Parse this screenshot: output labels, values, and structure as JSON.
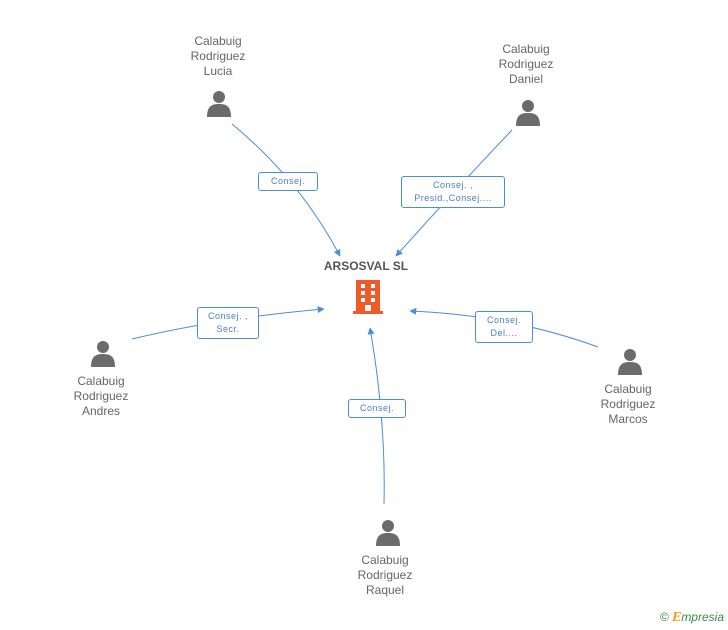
{
  "center": {
    "name": "ARSOSVAL SL",
    "icon": "building-icon",
    "color": "#f05a28"
  },
  "people": [
    {
      "id": "lucia",
      "lines": [
        "Calabuig",
        "Rodriguez",
        "Lucia"
      ]
    },
    {
      "id": "daniel",
      "lines": [
        "Calabuig",
        "Rodriguez",
        "Daniel"
      ]
    },
    {
      "id": "andres",
      "lines": [
        "Calabuig",
        "Rodriguez",
        "Andres"
      ]
    },
    {
      "id": "marcos",
      "lines": [
        "Calabuig",
        "Rodriguez",
        "Marcos"
      ]
    },
    {
      "id": "raquel",
      "lines": [
        "Calabuig",
        "Rodriguez",
        "Raquel"
      ]
    }
  ],
  "edges": [
    {
      "from": "lucia",
      "label": [
        "Consej."
      ]
    },
    {
      "from": "daniel",
      "label": [
        "Consej. ,",
        "Presid.,Consej...."
      ]
    },
    {
      "from": "andres",
      "label": [
        "Consej. ,",
        "Secr."
      ]
    },
    {
      "from": "marcos",
      "label": [
        "Consej.",
        "Del...."
      ]
    },
    {
      "from": "raquel",
      "label": [
        "Consej."
      ]
    }
  ],
  "colors": {
    "person": "#6b6b6b",
    "edge": "#4a8fd9",
    "text": "#666666"
  },
  "watermark": {
    "symbol": "©",
    "brand_initial": "E",
    "brand_rest": "mpresia"
  }
}
